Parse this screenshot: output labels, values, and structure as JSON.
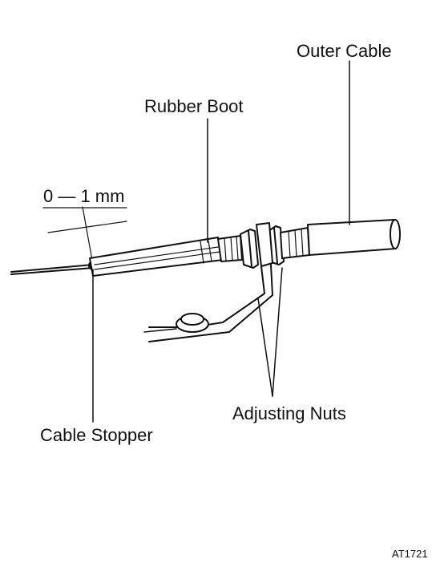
{
  "diagram": {
    "labels": {
      "outer_cable": "Outer Cable",
      "rubber_boot": "Rubber Boot",
      "gap": "0 — 1 mm",
      "adjusting_nuts": "Adjusting Nuts",
      "cable_stopper": "Cable Stopper",
      "figure_code": "AT1721"
    },
    "colors": {
      "ink": "#111111",
      "paper": "#ffffff"
    }
  }
}
